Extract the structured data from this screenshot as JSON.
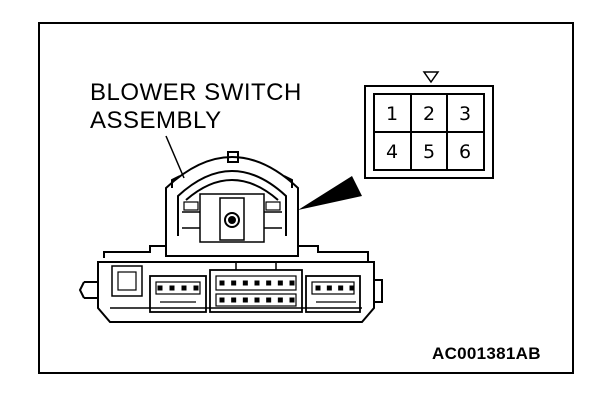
{
  "diagram": {
    "callout_line1": "BLOWER SWITCH",
    "callout_line2": "ASSEMBLY",
    "figure_code": "AC001381AB",
    "connector_pins": [
      "1",
      "2",
      "3",
      "4",
      "5",
      "6"
    ]
  }
}
